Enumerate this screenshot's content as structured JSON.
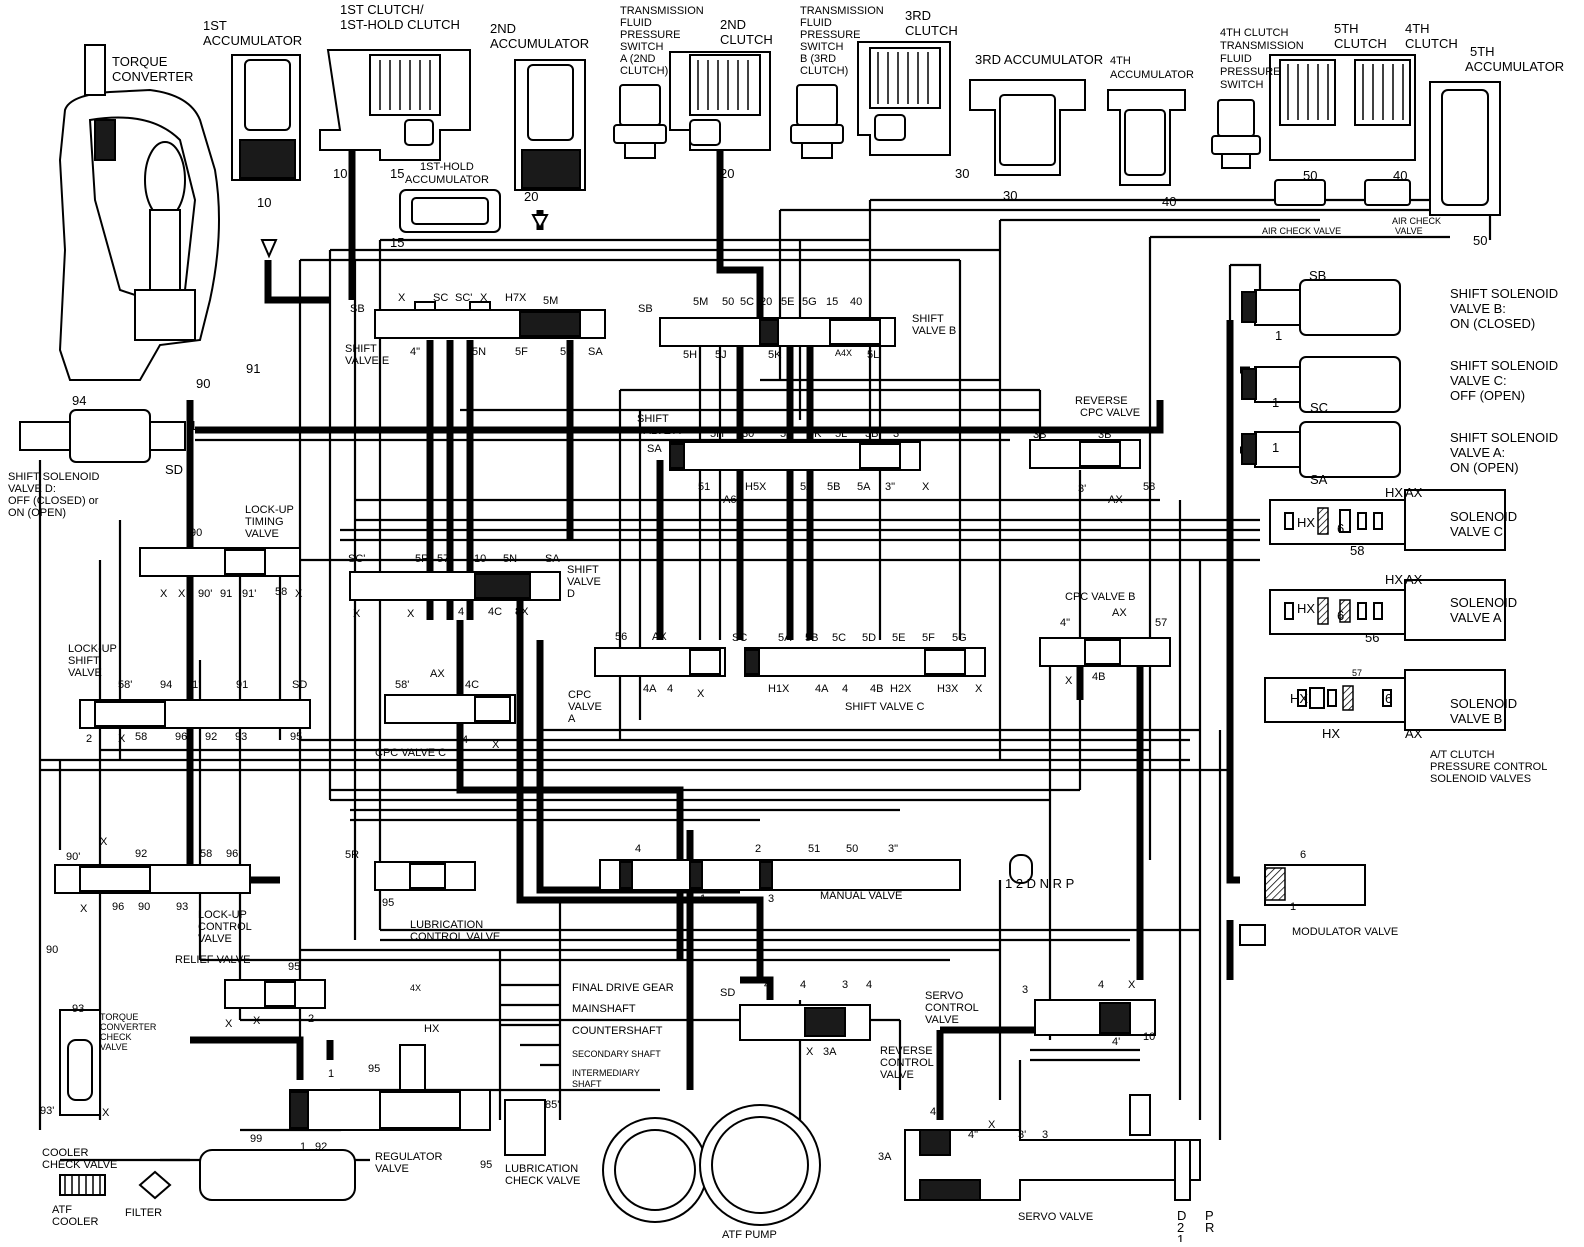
{
  "labels": {
    "torque_converter": [
      "TORQUE",
      "CONVERTER"
    ],
    "acc1": [
      "1ST",
      "ACCUMULATOR"
    ],
    "clutch1": [
      "1ST CLUTCH/",
      "1ST-HOLD CLUTCH"
    ],
    "acc2": [
      "2ND",
      "ACCUMULATOR"
    ],
    "tfps_a": [
      "TRANSMISSION",
      "FLUID",
      "PRESSURE",
      "SWITCH",
      "A (2ND",
      "CLUTCH)"
    ],
    "clutch2": [
      "2ND",
      "CLUTCH"
    ],
    "tfps_b": [
      "TRANSMISSION",
      "FLUID",
      "PRESSURE",
      "SWITCH",
      "B (3RD",
      "CLUTCH)"
    ],
    "clutch3": [
      "3RD",
      "CLUTCH"
    ],
    "acc3": [
      "3RD ACCUMULATOR"
    ],
    "acc4": [
      "4TH",
      "ACCUMULATOR"
    ],
    "tfps_4": [
      "4TH CLUTCH",
      "TRANSMISSION",
      "FLUID",
      "PRESSURE",
      "SWITCH"
    ],
    "clutch5": [
      "5TH",
      "CLUTCH"
    ],
    "clutch4": [
      "4TH",
      "CLUTCH"
    ],
    "acc5": [
      "5TH",
      "ACCUMULATOR"
    ],
    "acc1hold": [
      "1ST-HOLD",
      "ACCUMULATOR"
    ],
    "air_check_valve": "AIR CHECK VALVE",
    "air_check_valve2": [
      "AIR CHECK",
      "VALVE"
    ],
    "ssv_b": [
      "SHIFT SOLENOID",
      "VALVE B:",
      "ON (CLOSED)"
    ],
    "ssv_c": [
      "SHIFT SOLENOID",
      "VALVE C:",
      "OFF (OPEN)"
    ],
    "ssv_a": [
      "SHIFT SOLENOID",
      "VALVE A:",
      "ON (OPEN)"
    ],
    "ssv_d": [
      "SHIFT SOLENOID",
      "VALVE D:",
      "OFF (CLOSED) or",
      "ON (OPEN)"
    ],
    "shift_valve_e": [
      "SHIFT",
      "VALVE E"
    ],
    "shift_valve_b": [
      "SHIFT",
      "VALVE B"
    ],
    "shift_valve_a": [
      "SHIFT",
      "VALVE A"
    ],
    "shift_valve_d": [
      "SHIFT",
      "VALVE",
      "D"
    ],
    "shift_valve_c": "SHIFT VALVE C",
    "reverse_cpc": [
      "REVERSE",
      "CPC VALVE"
    ],
    "lockup_timing": [
      "LOCK-UP",
      "TIMING",
      "VALVE"
    ],
    "lockup_shift": [
      "LOCK-UP",
      "SHIFT",
      "VALVE"
    ],
    "lockup_control": [
      "LOCK-UP",
      "CONTROL",
      "VALVE"
    ],
    "cpc_a": [
      "CPC",
      "VALVE",
      "A"
    ],
    "cpc_b": "CPC VALVE B",
    "cpc_c": "CPC VALVE C",
    "sol_c": [
      "SOLENOID",
      "VALVE C"
    ],
    "sol_a": [
      "SOLENOID",
      "VALVE A"
    ],
    "sol_b": [
      "SOLENOID",
      "VALVE B"
    ],
    "at_clutch": [
      "A/T CLUTCH",
      "PRESSURE CONTROL",
      "SOLENOID VALVES"
    ],
    "manual_valve": "MANUAL VALVE",
    "manual_positions": "1 2 D N R   P",
    "modulator_valve": "MODULATOR VALVE",
    "lubrication_control": [
      "LUBRICATION",
      "CONTROL VALVE"
    ],
    "relief_valve": "RELIEF VALVE",
    "tc_check": [
      "TORQUE",
      "CONVERTER",
      "CHECK",
      "VALVE"
    ],
    "final_drive": "FINAL DRIVE GEAR",
    "mainshaft": "MAINSHAFT",
    "countershaft": "COUNTERSHAFT",
    "secondary_shaft": "SECONDARY SHAFT",
    "intermediary_shaft": [
      "INTERMEDIARY",
      "SHAFT"
    ],
    "servo_control": [
      "SERVO",
      "CONTROL",
      "VALVE"
    ],
    "reverse_control": [
      "REVERSE",
      "CONTROL",
      "VALVE"
    ],
    "regulator_valve": [
      "REGULATOR",
      "VALVE"
    ],
    "lubrication_check": [
      "LUBRICATION",
      "CHECK VALVE"
    ],
    "cooler_check": [
      "COOLER",
      "CHECK VALVE"
    ],
    "atf_cooler": [
      "ATF",
      "COOLER"
    ],
    "filter": "FILTER",
    "atf_pump": "ATF PUMP",
    "servo_valve": "SERVO VALVE",
    "servo_positions": [
      "D",
      "2",
      "1",
      "P",
      "R"
    ]
  },
  "port_labels": {
    "acc1_port": "10",
    "clutch1_10": "10",
    "clutch1_15": "15",
    "hold_15": "15",
    "acc2_port": "20",
    "clutch2_port": "20",
    "clutch3_port": "30",
    "acc3_port": "30",
    "acc4_port": "40",
    "c5_port": "50",
    "c4_port": "40",
    "acc5_port": "50",
    "p91": "91",
    "p90": "90",
    "p94": "94",
    "p1": "1",
    "psd": "SD",
    "e_sb": "SB",
    "e_x1": "X",
    "e_sc": "SC",
    "e_sc2": "SC'",
    "e_x2": "X",
    "e_h7x": "H7X",
    "e_5m": "5M",
    "e_4": "4\"",
    "e_5n": "5N",
    "e_5f": "5F",
    "e_5c": "5C",
    "e_sa": "SA",
    "b_sb": "SB",
    "b_5m": "5M",
    "b_50": "50",
    "b_5c": "5C",
    "b_20": "20",
    "b_5e": "5E",
    "b_5g": "5G",
    "b_15": "15",
    "b_40": "40",
    "b_5h": "5H",
    "b_5j": "5J",
    "b_5k": "5K",
    "b_a4x": "A4X",
    "b_5l": "5L",
    "a_sa": "SA",
    "a_5h": "5H",
    "a_30": "30",
    "a_5j": "5J",
    "a_5k": "5K",
    "a_5l": "5L",
    "a_3b": "3B",
    "a_3p": "3'",
    "a_51": "51",
    "a_h5x": "H5X",
    "a_a6x": "A6X",
    "a_5a": "5A",
    "a_5b": "5B",
    "a_5a2": "5A",
    "a_3pp": "3\"",
    "a_x": "X",
    "r_3b": "3B",
    "r_3b2": "3B",
    "r_3p": "3'",
    "r_ax": "AX",
    "r_58": "58",
    "sb_port": "SB",
    "sb_1": "1",
    "sc_1": "1",
    "sc_port": "SC",
    "sa_1": "1",
    "sa_port": "SA",
    "hx1": "HX",
    "ax1": "AX",
    "hx1b": "HX",
    "six1": "6",
    "p58": "58",
    "hx2": "HX",
    "ax2": "AX",
    "hx2b": "HX",
    "six2": "6",
    "p56": "56",
    "hx3b": "HX",
    "six3": "6",
    "p57": "57",
    "hx3": "HX",
    "ax3": "AX",
    "d_sc": "SC'",
    "d_5r": "5R",
    "d_57": "57",
    "d_10": "10",
    "d_5n": "5N",
    "d_sa": "SA",
    "d_x1": "X",
    "d_x2": "X",
    "d_4": "4",
    "d_4c": "4C",
    "d_8x": "8X",
    "t_90": "90",
    "t_x1": "X",
    "t_x2": "X",
    "t_90p": "90'",
    "t_91": "91",
    "t_91p": "91'",
    "t_58": "58",
    "t_x3": "X",
    "l_58p": "58'",
    "l_94": "94",
    "l_91p": "91'",
    "l_91": "91",
    "l_sd": "SD",
    "l_2": "2",
    "l_x": "X",
    "l_58": "58",
    "l_96": "96",
    "l_92": "92",
    "l_93": "93",
    "l_95": "95",
    "c_58p": "58'",
    "c_ax": "AX",
    "c_4c": "4C",
    "c_4": "4",
    "c_x": "X",
    "ca_56": "56",
    "ca_ax": "AX",
    "ca_4a": "4A",
    "ca_4": "4",
    "ca_x": "X",
    "sc_sc": "SC",
    "sc_5a": "5A",
    "sc_5b": "5B",
    "sc_5c": "5C",
    "sc_5d": "5D",
    "sc_5e": "5E",
    "sc_5f": "5F",
    "sc_5g": "5G",
    "sc_h1x": "H1X",
    "sc_4a": "4A",
    "sc_4": "4",
    "sc_4b": "4B",
    "sc_h2x": "H2X",
    "sc_h3x": "H3X",
    "sc_x": "X",
    "cb_4": "4\"",
    "cb_ax": "AX",
    "cb_57": "57",
    "cb_x": "X",
    "cb_4b": "4B",
    "lc_x1": "X",
    "lc_90p": "90'",
    "lc_92": "92",
    "lc_58": "58",
    "lc_96": "96",
    "lc_x2": "X",
    "lc_96b": "96",
    "lc_90": "90",
    "lc_93": "93",
    "m_4": "4",
    "m_2": "2",
    "m_51": "51",
    "m_50": "50",
    "m_3": "3\"",
    "m_1": "1",
    "m_3b": "3",
    "lub_5r": "5R",
    "lub_95": "95",
    "rel_95": "95",
    "rel_2": "2",
    "rel_x1": "X",
    "rel_x2": "X",
    "p90b": "90",
    "p93": "93",
    "p93p": "93'",
    "p_x": "X",
    "reg_1": "1",
    "reg_92": "92",
    "reg_1b": "1",
    "reg_95": "95",
    "hx_4x": "4X",
    "hx_hx": "HX",
    "lcv_95": "95",
    "lcv_85": "85'",
    "p99": "99",
    "rc_sd": "SD",
    "rc_4": "4",
    "rc_4b": "4",
    "rc_3": "3",
    "rc_4c": "4",
    "rc_x": "X",
    "rc_3a": "3A",
    "sv_3": "3",
    "sv_4": "4",
    "sv_x": "X",
    "sv_10": "10",
    "sv_4p": "4'",
    "srv_4p": "4'",
    "srv_x": "X",
    "srv_4pp": "4\"",
    "srv_3p": "3'",
    "srv_3": "3",
    "srv_3a": "3A",
    "mod_6": "6",
    "mod_1": "1"
  }
}
